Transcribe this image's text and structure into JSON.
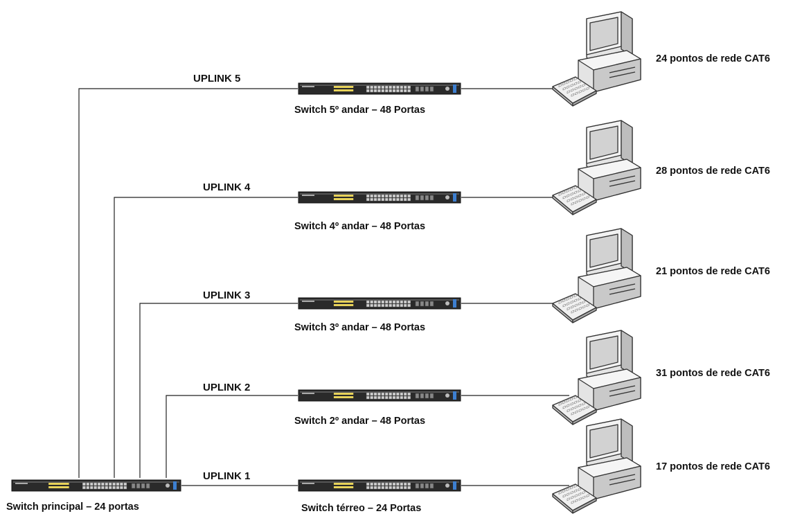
{
  "main_switch": {
    "label": "Switch principal – 24 portas"
  },
  "branches": [
    {
      "uplink": "UPLINK 5",
      "switch_label": "Switch 5º andar – 48 Portas",
      "points": "24 pontos de rede CAT6"
    },
    {
      "uplink": "UPLINK 4",
      "switch_label": "Switch 4º andar – 48 Portas",
      "points": "28 pontos de rede CAT6"
    },
    {
      "uplink": "UPLINK 3",
      "switch_label": "Switch 3º andar – 48 Portas",
      "points": "21 pontos de rede CAT6"
    },
    {
      "uplink": "UPLINK 2",
      "switch_label": "Switch 2º andar – 48 Portas",
      "points": "31 pontos de rede CAT6"
    },
    {
      "uplink": "UPLINK 1",
      "switch_label": "Switch térreo – 24 Portas",
      "points": "17 pontos de rede CAT6"
    }
  ],
  "icons": {
    "switch": "network-switch-icon",
    "computer": "desktop-computer-icon"
  },
  "colors": {
    "line": "#222222",
    "switch_body": "#2a2a2a",
    "port_yellow": "#e8d35a",
    "port_blue": "#3d7fd0"
  }
}
